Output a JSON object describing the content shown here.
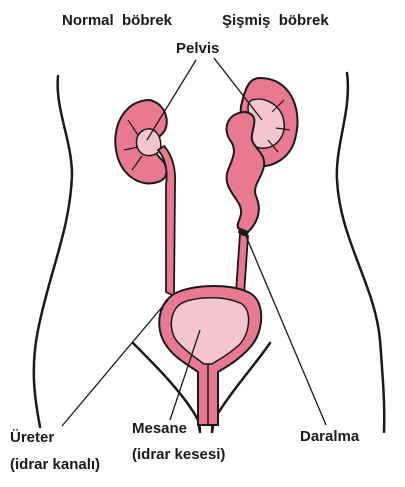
{
  "labels": {
    "normal_kidney": "Normal  böbrek",
    "swollen_kidney": "Şişmiş  böbrek",
    "pelvis": "Pelvis",
    "ureter_line1": "Üreter",
    "ureter_line2": "(idrar kanalı)",
    "bladder_line1": "Mesane",
    "bladder_line2": "(idrar kesesi)",
    "narrowing": "Daralma"
  },
  "colors": {
    "organ_fill": "#e8798e",
    "organ_light": "#f4c6cc",
    "outline": "#1a1a1a",
    "text": "#1a1a1a"
  }
}
